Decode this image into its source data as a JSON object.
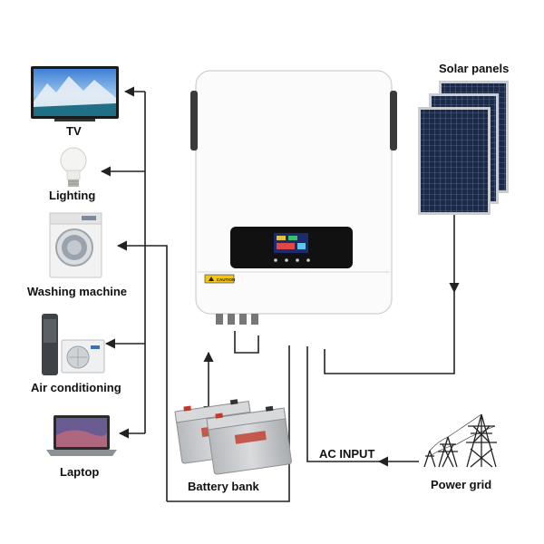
{
  "loads": {
    "tv": "TV",
    "lighting": "Lighting",
    "washing_machine": "Washing machine",
    "air_conditioning": "Air conditioning",
    "laptop": "Laptop"
  },
  "sources": {
    "solar_panels": "Solar panels",
    "power_grid": "Power grid",
    "battery_bank": "Battery bank"
  },
  "connections": {
    "ac_input": "AC INPUT"
  },
  "inverter": {
    "caution": "CAUTION"
  },
  "colors": {
    "line": "#222222",
    "panel_cell": "#1c2a4a",
    "inverter_body": "#fbfbfb",
    "battery": "#c9cbcd",
    "battery_accent": "#c0392b"
  }
}
